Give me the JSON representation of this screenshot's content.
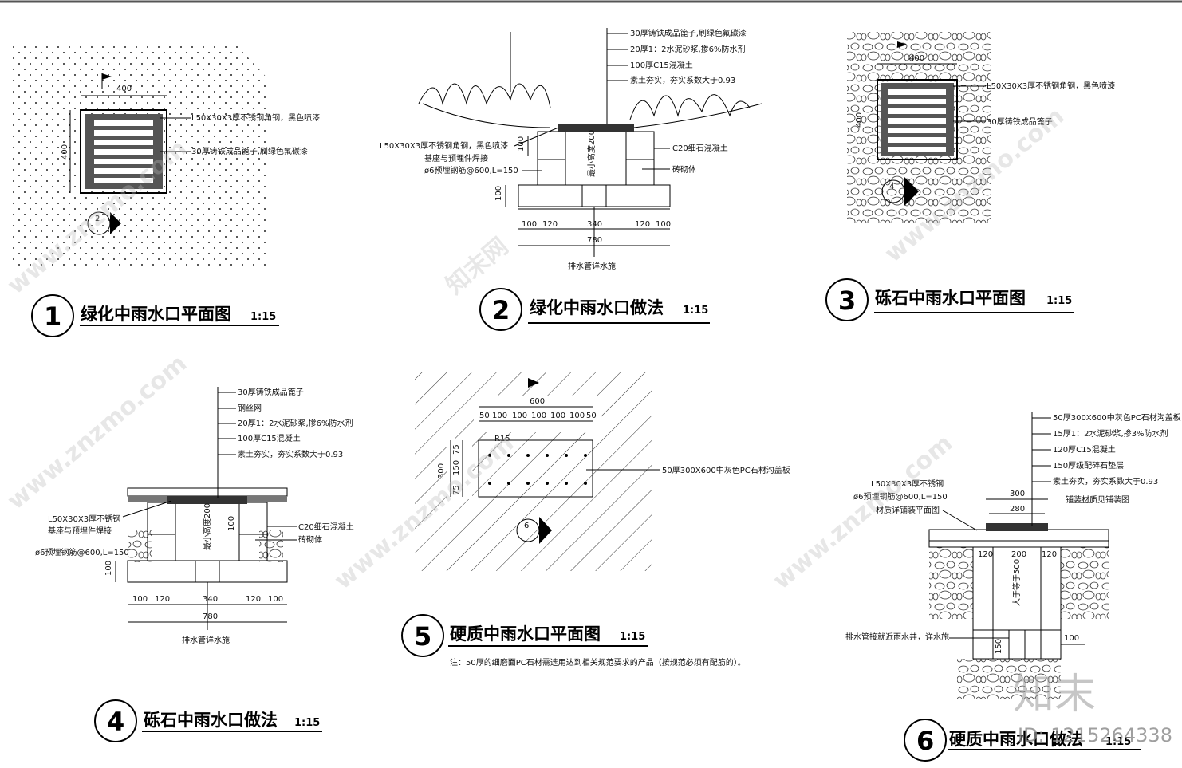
{
  "panels": [
    {
      "num": "1",
      "title": "绿化中雨水口平面图",
      "scale": "1:15",
      "labels": [
        "L50X30X3厚不锈钢角钢，黑色喷漆",
        "30厚铸铁成品篦子,刷绿色氟碳漆"
      ],
      "dims": [
        "400",
        "400"
      ],
      "ref": "2"
    },
    {
      "num": "2",
      "title": "绿化中雨水口做法",
      "scale": "1:15",
      "labels": [
        "30厚铸铁成品篦子,刷绿色氟碳漆",
        "20厚1：2水泥砂浆,掺6%防水剂",
        "100厚C15混凝土",
        "素土夯实，夯实系数大于0.93",
        "L50X30X3厚不锈钢角钢，黑色喷漆",
        "基座与预埋件焊接",
        "ø6预埋钢筋@600,L=150",
        "C20细石混凝土",
        "砖砌体",
        "排水管详水施",
        "最小高度200"
      ],
      "dims": [
        "100",
        "120",
        "340",
        "120",
        "100",
        "780",
        "100",
        "100"
      ]
    },
    {
      "num": "3",
      "title": "砾石中雨水口平面图",
      "scale": "1:15",
      "labels": [
        "L50X30X3厚不锈钢角钢，黑色喷漆",
        "30厚铸铁成品篦子"
      ],
      "dims": [
        "400",
        "400"
      ],
      "ref": "4"
    },
    {
      "num": "4",
      "title": "砾石中雨水口做法",
      "scale": "1:15",
      "labels": [
        "30厚铸铁成品篦子",
        "钢丝网",
        "20厚1：2水泥砂浆,掺6%防水剂",
        "100厚C15混凝土",
        "素土夯实，夯实系数大于0.93",
        "L50X30X3厚不锈钢",
        "基座与预埋件焊接",
        "ø6预埋钢筋@600,L=150",
        "C20细石混凝土",
        "砖砌体",
        "排水管详水施",
        "最小高度200"
      ],
      "dims": [
        "100",
        "120",
        "340",
        "120",
        "100",
        "780",
        "100",
        "100"
      ]
    },
    {
      "num": "5",
      "title": "硬质中雨水口平面图",
      "scale": "1:15",
      "labels": [
        "50厚300X600中灰色PC石材沟盖板",
        "R15"
      ],
      "dims": [
        "600",
        "50",
        "100",
        "100",
        "100",
        "100",
        "100",
        "50",
        "300",
        "75",
        "150",
        "75"
      ],
      "ref": "6",
      "note": "注：50厚的细磨面PC石材需选用达到相关规范要求的产品（按规范必须有配筋的）。"
    },
    {
      "num": "6",
      "title": "硬质中雨水口做法",
      "scale": "1:15",
      "labels": [
        "50厚300X600中灰色PC石材沟盖板",
        "15厚1：2水泥砂浆,掺3%防水剂",
        "120厚C15混凝土",
        "150厚级配碎石垫层",
        "素土夯实，夯实系数大于0.93",
        "L50X30X3厚不锈钢",
        "ø6预埋钢筋@600,L=150",
        "材质详铺装平面图",
        "铺装材质见铺装图",
        "排水管接就近雨水井，详水施",
        "大于等于500"
      ],
      "dims": [
        "300",
        "280",
        "120",
        "200",
        "120",
        "100",
        "150"
      ]
    }
  ],
  "watermark": {
    "site": "www.znzmo.com",
    "brand": "知末网",
    "logo": "知末",
    "id": "ID: 1215264338"
  },
  "colors": {
    "line": "#000000",
    "hatch": "#444444",
    "bg": "#ffffff"
  }
}
